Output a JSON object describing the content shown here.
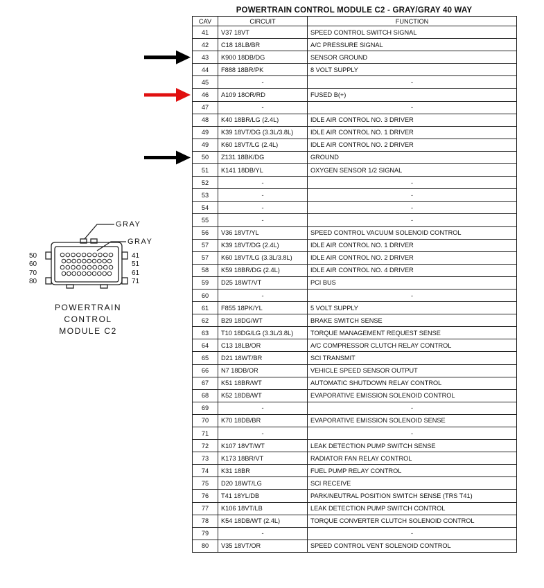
{
  "title": "POWERTRAIN CONTROL MODULE C2 - GRAY/GRAY 40 WAY",
  "headers": {
    "cav": "CAV",
    "circuit": "CIRCUIT",
    "function": "FUNCTION"
  },
  "rows": [
    {
      "cav": "41",
      "circuit": "V37 18VT",
      "function": "SPEED CONTROL SWITCH SIGNAL"
    },
    {
      "cav": "42",
      "circuit": "C18 18LB/BR",
      "function": "A/C PRESSURE SIGNAL"
    },
    {
      "cav": "43",
      "circuit": "K900 18DB/DG",
      "function": "SENSOR GROUND"
    },
    {
      "cav": "44",
      "circuit": "F888 18BR/PK",
      "function": "8 VOLT SUPPLY"
    },
    {
      "cav": "45",
      "circuit": "-",
      "function": "-"
    },
    {
      "cav": "46",
      "circuit": "A109 18OR/RD",
      "function": "FUSED B(+)"
    },
    {
      "cav": "47",
      "circuit": "-",
      "function": "-"
    },
    {
      "cav": "48",
      "circuit": "K40 18BR/LG (2.4L)",
      "function": "IDLE AIR CONTROL NO. 3 DRIVER"
    },
    {
      "cav": "49",
      "circuit": "K39 18VT/DG (3.3L/3.8L)",
      "function": "IDLE AIR CONTROL NO. 1 DRIVER"
    },
    {
      "cav": "49",
      "circuit": "K60 18VT/LG (2.4L)",
      "function": "IDLE AIR CONTROL NO. 2 DRIVER"
    },
    {
      "cav": "50",
      "circuit": "Z131 18BK/DG",
      "function": "GROUND"
    },
    {
      "cav": "51",
      "circuit": "K141 18DB/YL",
      "function": "OXYGEN SENSOR 1/2 SIGNAL"
    },
    {
      "cav": "52",
      "circuit": "-",
      "function": "-"
    },
    {
      "cav": "53",
      "circuit": "-",
      "function": "-"
    },
    {
      "cav": "54",
      "circuit": "-",
      "function": "-"
    },
    {
      "cav": "55",
      "circuit": "-",
      "function": "-"
    },
    {
      "cav": "56",
      "circuit": "V36 18VT/YL",
      "function": "SPEED CONTROL VACUUM SOLENOID CONTROL"
    },
    {
      "cav": "57",
      "circuit": "K39 18VT/DG (2.4L)",
      "function": "IDLE AIR CONTROL NO. 1 DRIVER"
    },
    {
      "cav": "57",
      "circuit": "K60 18VT/LG (3.3L/3.8L)",
      "function": "IDLE AIR CONTROL NO. 2 DRIVER"
    },
    {
      "cav": "58",
      "circuit": "K59 18BR/DG (2.4L)",
      "function": "IDLE AIR CONTROL NO. 4 DRIVER"
    },
    {
      "cav": "59",
      "circuit": "D25 18WT/VT",
      "function": "PCI BUS"
    },
    {
      "cav": "60",
      "circuit": "-",
      "function": "-"
    },
    {
      "cav": "61",
      "circuit": "F855 18PK/YL",
      "function": "5 VOLT SUPPLY"
    },
    {
      "cav": "62",
      "circuit": "B29 18DG/WT",
      "function": "BRAKE SWITCH SENSE"
    },
    {
      "cav": "63",
      "circuit": "T10 18DG/LG (3.3L/3.8L)",
      "function": "TORQUE MANAGEMENT REQUEST SENSE"
    },
    {
      "cav": "64",
      "circuit": "C13 18LB/OR",
      "function": "A/C COMPRESSOR CLUTCH RELAY CONTROL"
    },
    {
      "cav": "65",
      "circuit": "D21 18WT/BR",
      "function": "SCI TRANSMIT"
    },
    {
      "cav": "66",
      "circuit": "N7 18DB/OR",
      "function": "VEHICLE SPEED SENSOR OUTPUT"
    },
    {
      "cav": "67",
      "circuit": "K51 18BR/WT",
      "function": "AUTOMATIC SHUTDOWN RELAY CONTROL"
    },
    {
      "cav": "68",
      "circuit": "K52 18DB/WT",
      "function": "EVAPORATIVE EMISSION SOLENOID CONTROL"
    },
    {
      "cav": "69",
      "circuit": "-",
      "function": "-"
    },
    {
      "cav": "70",
      "circuit": "K70 18DB/BR",
      "function": "EVAPORATIVE EMISSION SOLENOID SENSE"
    },
    {
      "cav": "71",
      "circuit": "-",
      "function": "-"
    },
    {
      "cav": "72",
      "circuit": "K107 18VT/WT",
      "function": "LEAK DETECTION PUMP SWITCH SENSE"
    },
    {
      "cav": "73",
      "circuit": "K173 18BR/VT",
      "function": "RADIATOR FAN RELAY CONTROL"
    },
    {
      "cav": "74",
      "circuit": "K31 18BR",
      "function": "FUEL PUMP RELAY CONTROL"
    },
    {
      "cav": "75",
      "circuit": "D20 18WT/LG",
      "function": "SCI RECEIVE"
    },
    {
      "cav": "76",
      "circuit": "T41 18YL/DB",
      "function": "PARK/NEUTRAL POSITION SWITCH SENSE (TRS T41)"
    },
    {
      "cav": "77",
      "circuit": "K106 18VT/LB",
      "function": "LEAK DETECTION PUMP SWITCH CONTROL"
    },
    {
      "cav": "78",
      "circuit": "K54 18DB/WT (2.4L)",
      "function": "TORQUE CONVERTER CLUTCH SOLENOID CONTROL"
    },
    {
      "cav": "79",
      "circuit": "-",
      "function": "-"
    },
    {
      "cav": "80",
      "circuit": "V35 18VT/OR",
      "function": "SPEED CONTROL VENT SOLENOID CONTROL"
    }
  ],
  "arrows": [
    {
      "row": "43",
      "color": "#000000"
    },
    {
      "row": "46",
      "color": "#e01010"
    },
    {
      "row": "50",
      "color": "#000000"
    }
  ],
  "connector": {
    "label_top": "GRAY",
    "label_right": "GRAY",
    "left_pins": [
      "50",
      "60",
      "70",
      "80"
    ],
    "right_pins": [
      "41",
      "51",
      "61",
      "71"
    ],
    "caption": [
      "POWERTRAIN",
      "CONTROL",
      "MODULE C2"
    ]
  }
}
